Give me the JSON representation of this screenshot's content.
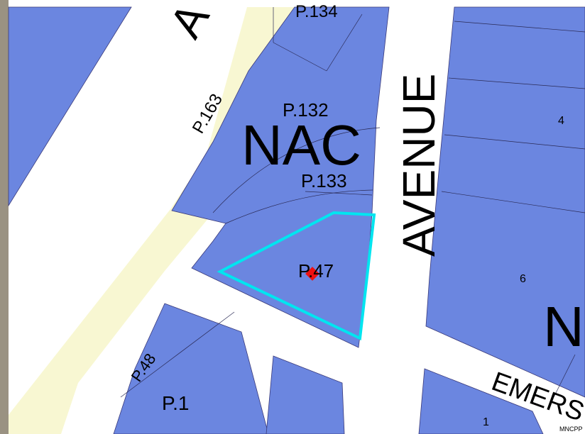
{
  "colors": {
    "parcel": "#6b86e0",
    "street": "#ffffff",
    "right_of_way": "#f8f7d2",
    "highlight": "#00e5f0",
    "marker": "#ee1111",
    "frame_edge": "#9a9282"
  },
  "labels": {
    "street_a_partial": "A",
    "street_avenue": "AVENUE",
    "street_emerson_partial": "EMERS",
    "zone_nac": "NAC",
    "zone_n_partial": "N",
    "parcel_134": "P.134",
    "parcel_163": "P.163",
    "parcel_132": "P.132",
    "parcel_133": "P.133",
    "parcel_47": "P.47",
    "parcel_48": "P.48",
    "parcel_1": "P.1",
    "lot_4": "4",
    "lot_6": "6",
    "lot_1": "1",
    "credit": "MNCPP"
  }
}
